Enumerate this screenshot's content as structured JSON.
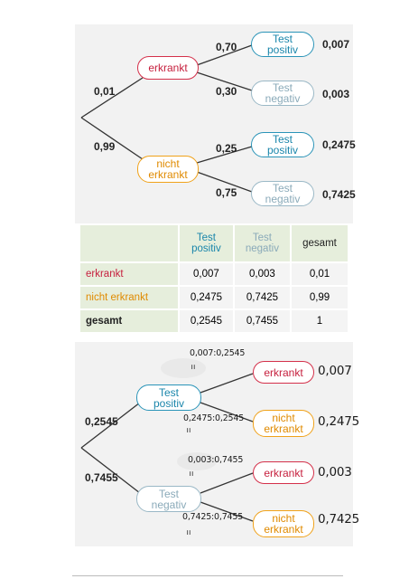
{
  "tree_top": {
    "first_level": [
      {
        "label": "erkrankt",
        "prob": "0,01",
        "color": "#d4304a"
      },
      {
        "label": "nicht\nerkrankt",
        "prob": "0,99",
        "color": "#f0a21a"
      }
    ],
    "second_level": [
      {
        "label": "Test\npositiv",
        "prob": "0,70",
        "result": "0,007"
      },
      {
        "label": "Test\nnegativ",
        "prob": "0,30",
        "result": "0,003"
      },
      {
        "label": "Test\npositiv",
        "prob": "0,25",
        "result": "0,2475"
      },
      {
        "label": "Test\nnegativ",
        "prob": "0,75",
        "result": "0,7425"
      }
    ]
  },
  "table": {
    "headers": [
      "",
      "Test\npositiv",
      "Test\nnegativ",
      "gesamt"
    ],
    "rows": [
      {
        "label": "erkrankt",
        "cells": [
          "0,007",
          "0,003",
          "0,01"
        ]
      },
      {
        "label": "nicht erkrankt",
        "cells": [
          "0,2475",
          "0,7425",
          "0,99"
        ]
      },
      {
        "label": "gesamt",
        "cells": [
          "0,2545",
          "0,7455",
          "1"
        ]
      }
    ]
  },
  "tree_bottom": {
    "first_level": [
      {
        "label": "Test\npositiv",
        "prob": "0,2545"
      },
      {
        "label": "Test\nnegativ",
        "prob": "0,7455"
      }
    ],
    "second_level": [
      {
        "label": "erkrankt",
        "calc": "0,007:0,2545",
        "eq": "=",
        "result": "0,007"
      },
      {
        "label": "nicht\nerkrankt",
        "calc": "0,2475:0,2545",
        "eq": "=",
        "result": "0,2475"
      },
      {
        "label": "erkrankt",
        "calc": "0,003:0,7455",
        "eq": "=",
        "result": "0,003"
      },
      {
        "label": "nicht\nerkrankt",
        "calc": "0,7425:0,7455",
        "eq": "=",
        "result": "0,7425"
      }
    ]
  },
  "colors": {
    "red": "#d4304a",
    "orange": "#f0a21a",
    "blue": "#2a94b8",
    "pale_blue": "#9ab8c6",
    "table_header_bg": "#e6eedc"
  }
}
